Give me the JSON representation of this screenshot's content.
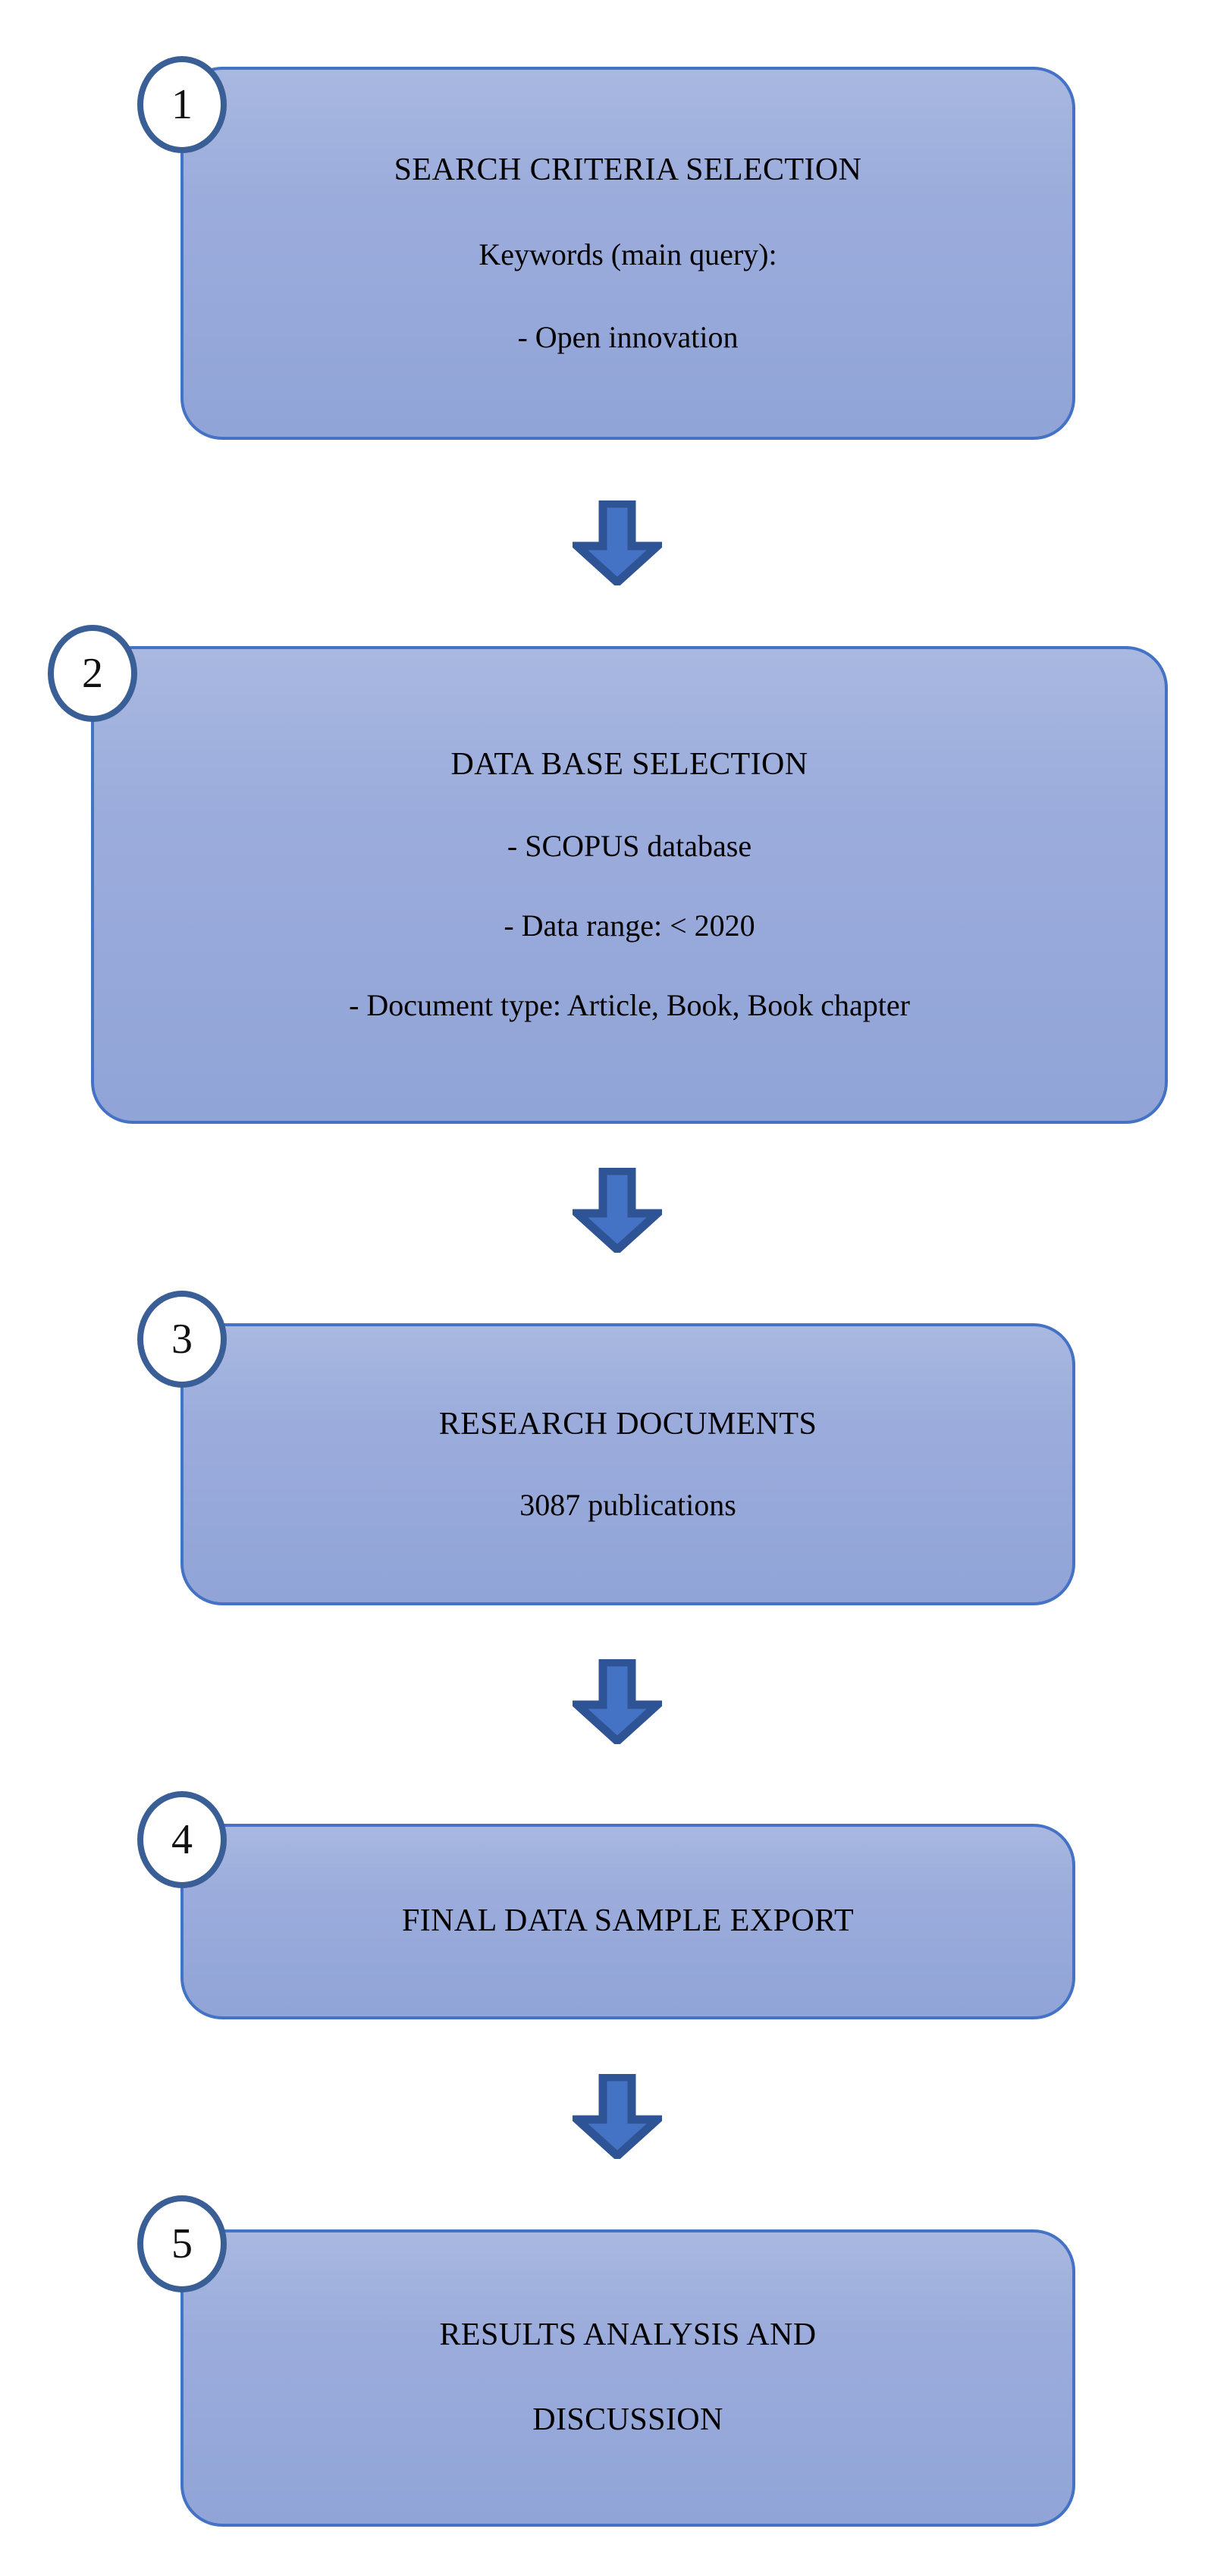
{
  "diagram": {
    "title": "Research methodology flowchart",
    "type": "vertical-flowchart",
    "colors": {
      "box_fill_top": "#A8B8E0",
      "box_fill_bottom": "#91A4D7",
      "box_border": "#4472C4",
      "badge_border": "#3A5F96",
      "badge_fill": "#FFFFFF",
      "arrow_fill": "#4472C4",
      "arrow_border": "#2F5496",
      "text": "#000000",
      "background": "#FFFFFF"
    },
    "steps": [
      {
        "number": "1",
        "name": "search-criteria-selection",
        "lines": [
          {
            "text": "SEARCH CRITERIA SELECTION",
            "style": "title"
          },
          {
            "text": "Keywords (main query):",
            "style": "body"
          },
          {
            "text": "- Open innovation",
            "style": "body"
          }
        ]
      },
      {
        "number": "2",
        "name": "data-base-selection",
        "lines": [
          {
            "text": "DATA BASE SELECTION",
            "style": "title"
          },
          {
            "text": "- SCOPUS database",
            "style": "body"
          },
          {
            "text": "- Data range: < 2020",
            "style": "body"
          },
          {
            "text": "- Document type: Article, Book, Book chapter",
            "style": "body"
          }
        ]
      },
      {
        "number": "3",
        "name": "research-documents",
        "lines": [
          {
            "text": "RESEARCH DOCUMENTS",
            "style": "title"
          },
          {
            "text": "3087 publications",
            "style": "body"
          }
        ]
      },
      {
        "number": "4",
        "name": "final-data-sample-export",
        "lines": [
          {
            "text": "FINAL DATA SAMPLE EXPORT",
            "style": "title"
          }
        ]
      },
      {
        "number": "5",
        "name": "results-analysis-and-discussion",
        "lines": [
          {
            "text": "RESULTS ANALYSIS AND",
            "style": "title"
          },
          {
            "text": "DISCUSSION",
            "style": "title"
          }
        ]
      }
    ],
    "connectors": [
      {
        "name": "arrow-step1-to-step2",
        "icon": "down-arrow-icon"
      },
      {
        "name": "arrow-step2-to-step3",
        "icon": "down-arrow-icon"
      },
      {
        "name": "arrow-step3-to-step4",
        "icon": "down-arrow-icon"
      },
      {
        "name": "arrow-step4-to-step5",
        "icon": "down-arrow-icon"
      }
    ]
  }
}
